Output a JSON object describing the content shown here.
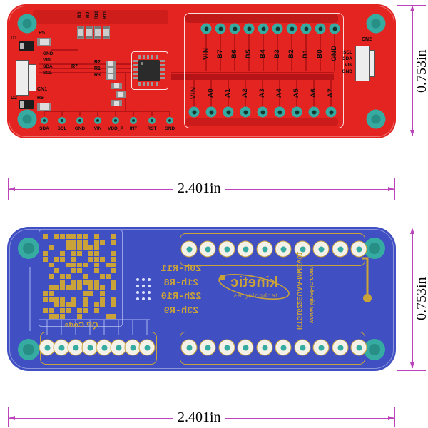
{
  "drawing": {
    "width_dim": "2.401in",
    "height_dim": "0.753in"
  },
  "front_board": {
    "top_row_pins": [
      "VIN",
      "B7",
      "B6",
      "B5",
      "B4",
      "B3",
      "B2",
      "B1",
      "B0",
      "GND"
    ],
    "bottom_row_pins": [
      "VIN",
      "A0",
      "A1",
      "A2",
      "A3",
      "A4",
      "A5",
      "A6",
      "A7"
    ],
    "edge_pins": [
      "SDA",
      "SCL",
      "GND",
      "VIN",
      "VDD_P",
      "INT",
      "RST",
      "GND"
    ],
    "left_header_pins": [
      "GND",
      "VIN",
      "SDA",
      "SCL"
    ],
    "right_header_pins": [
      "SCL",
      "SDA",
      "VIN",
      "GND"
    ],
    "refdes": {
      "d1": "D1",
      "d2": "D2",
      "cn1": "CN1",
      "cn2": "CN2",
      "r1": "R1",
      "r2": "R2",
      "r3": "R3",
      "r5": "R5",
      "r6": "R6",
      "r7": "R7",
      "r8": "R8",
      "r9": "R9",
      "r10": "R10",
      "r11": "R11"
    }
  },
  "back_board": {
    "register_map": [
      "20h-R11",
      "21h-R8",
      "22h-R10",
      "23h-R9"
    ],
    "logo": "kinetic",
    "logo_sub": "technologies.",
    "part_number": "KTS1622EUAA-MMEV01",
    "website": "www.kinet-ic.com",
    "qr_label": "QR Code"
  },
  "colors": {
    "board_red": "#e32421",
    "trace_red": "#a80f13",
    "board_blue": "#4050c2",
    "trace_blue": "#97a3ea",
    "gold": "#c9a23a",
    "teal": "#36aba1",
    "dimension": "#bb44bb"
  }
}
